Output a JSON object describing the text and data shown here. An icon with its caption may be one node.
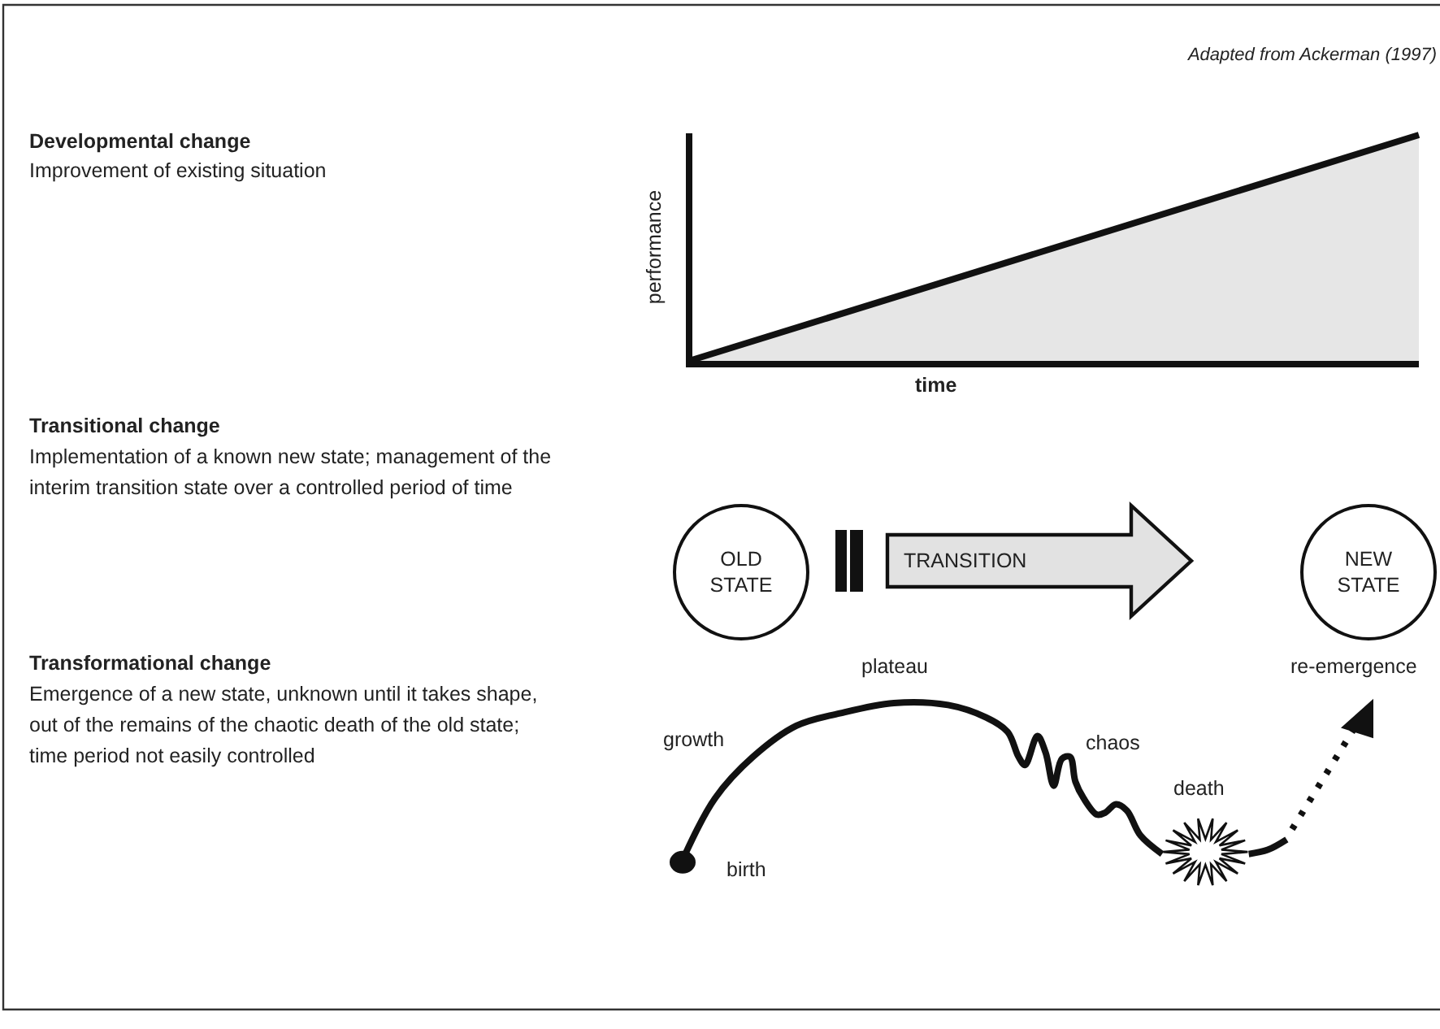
{
  "diagram": {
    "nodes": [
      {
        "text": [
          "OLD STATE"
        ]
      },
      {
        "text": [
          "NEW STATE"
        ]
      }
    ],
    "edges": [
      {
        "from": 0,
        "to": 1,
        "arrow": "to",
        "label": "TRANSITION"
      }
    ],
    "labels": [
      "Adapted from Ackerman (1997)",
      "Developmental change",
      "Improvement of existing situation",
      "performance",
      "time",
      "Transitional change",
      "Implementation of a known new state; management of the interim transition state over a controlled period of time",
      "Transformational change",
      "Emergence of a new state, unknown until it takes shape, out of the remains of the chaotic death of the old state; time period not easily controlled",
      "plateau",
      "re-emergence",
      "growth",
      "chaos",
      "death",
      "birth"
    ]
  }
}
